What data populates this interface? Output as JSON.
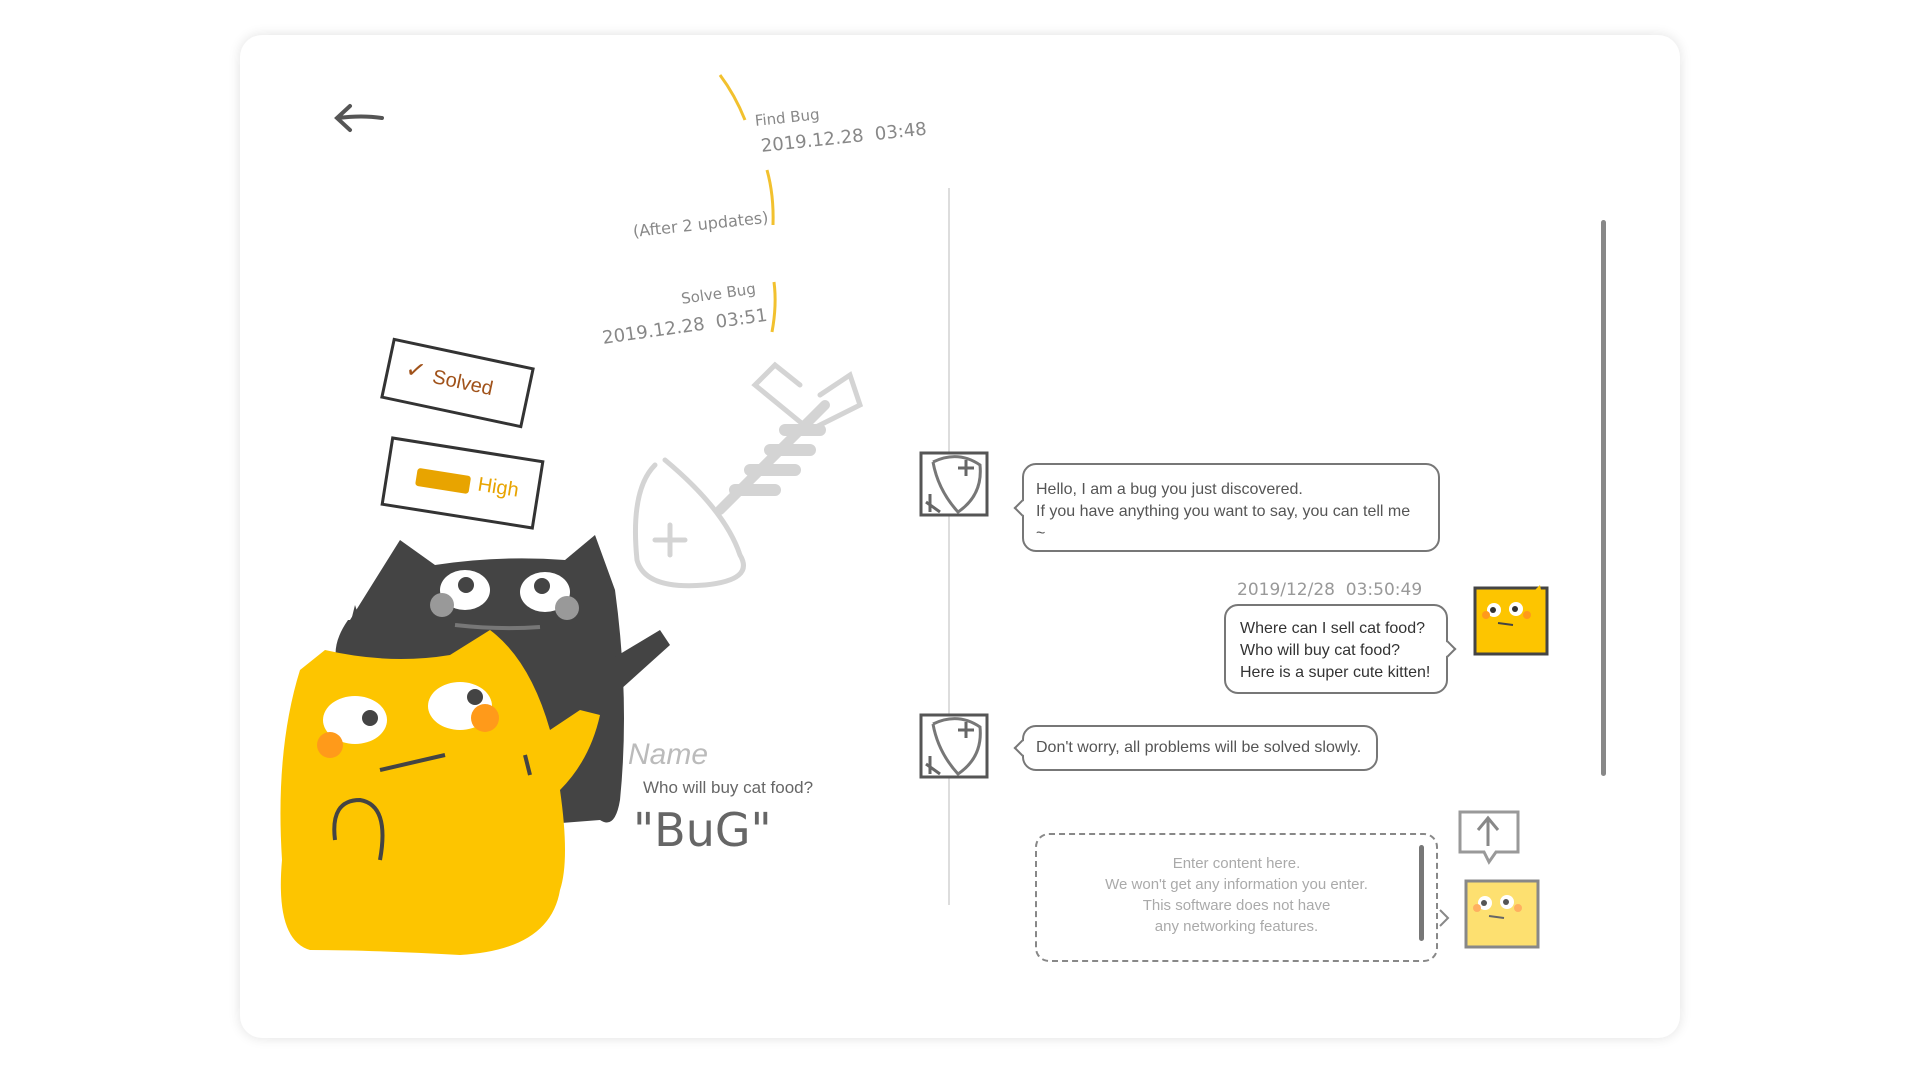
{
  "timeline": {
    "find_label": "Find Bug",
    "find_date": "2019.12.28  03:48",
    "middle_note": "(After 2 updates)",
    "solve_label": "Solve Bug",
    "solve_date": "2019.12.28  03:51"
  },
  "tags": {
    "status": "Solved",
    "priority": "High"
  },
  "bug_info": {
    "name_label": "Name",
    "subtitle": "Who will buy cat food?",
    "name": "\"BuG\""
  },
  "chat": {
    "messages": [
      {
        "sender": "bug",
        "lines": [
          "Hello, I am a bug you just discovered.",
          "If you have anything you want to say, you can tell me",
          "~"
        ]
      },
      {
        "sender": "user",
        "timestamp": "2019/12/28  03:50:49",
        "lines": [
          "Where can I sell cat food?",
          "Who will buy cat food?",
          "Here is a super cute kitten!"
        ]
      },
      {
        "sender": "bug",
        "lines": [
          "Don't worry, all problems will be solved slowly."
        ]
      }
    ],
    "input_placeholder_lines": [
      "Enter content here.",
      "We won't get any information you enter.",
      "This software does not have",
      "any networking features."
    ]
  },
  "colors": {
    "accent": "#f5c400",
    "tag_brown": "#a0521a",
    "priority_orange": "#e8a400",
    "dark_cat": "#444444"
  }
}
